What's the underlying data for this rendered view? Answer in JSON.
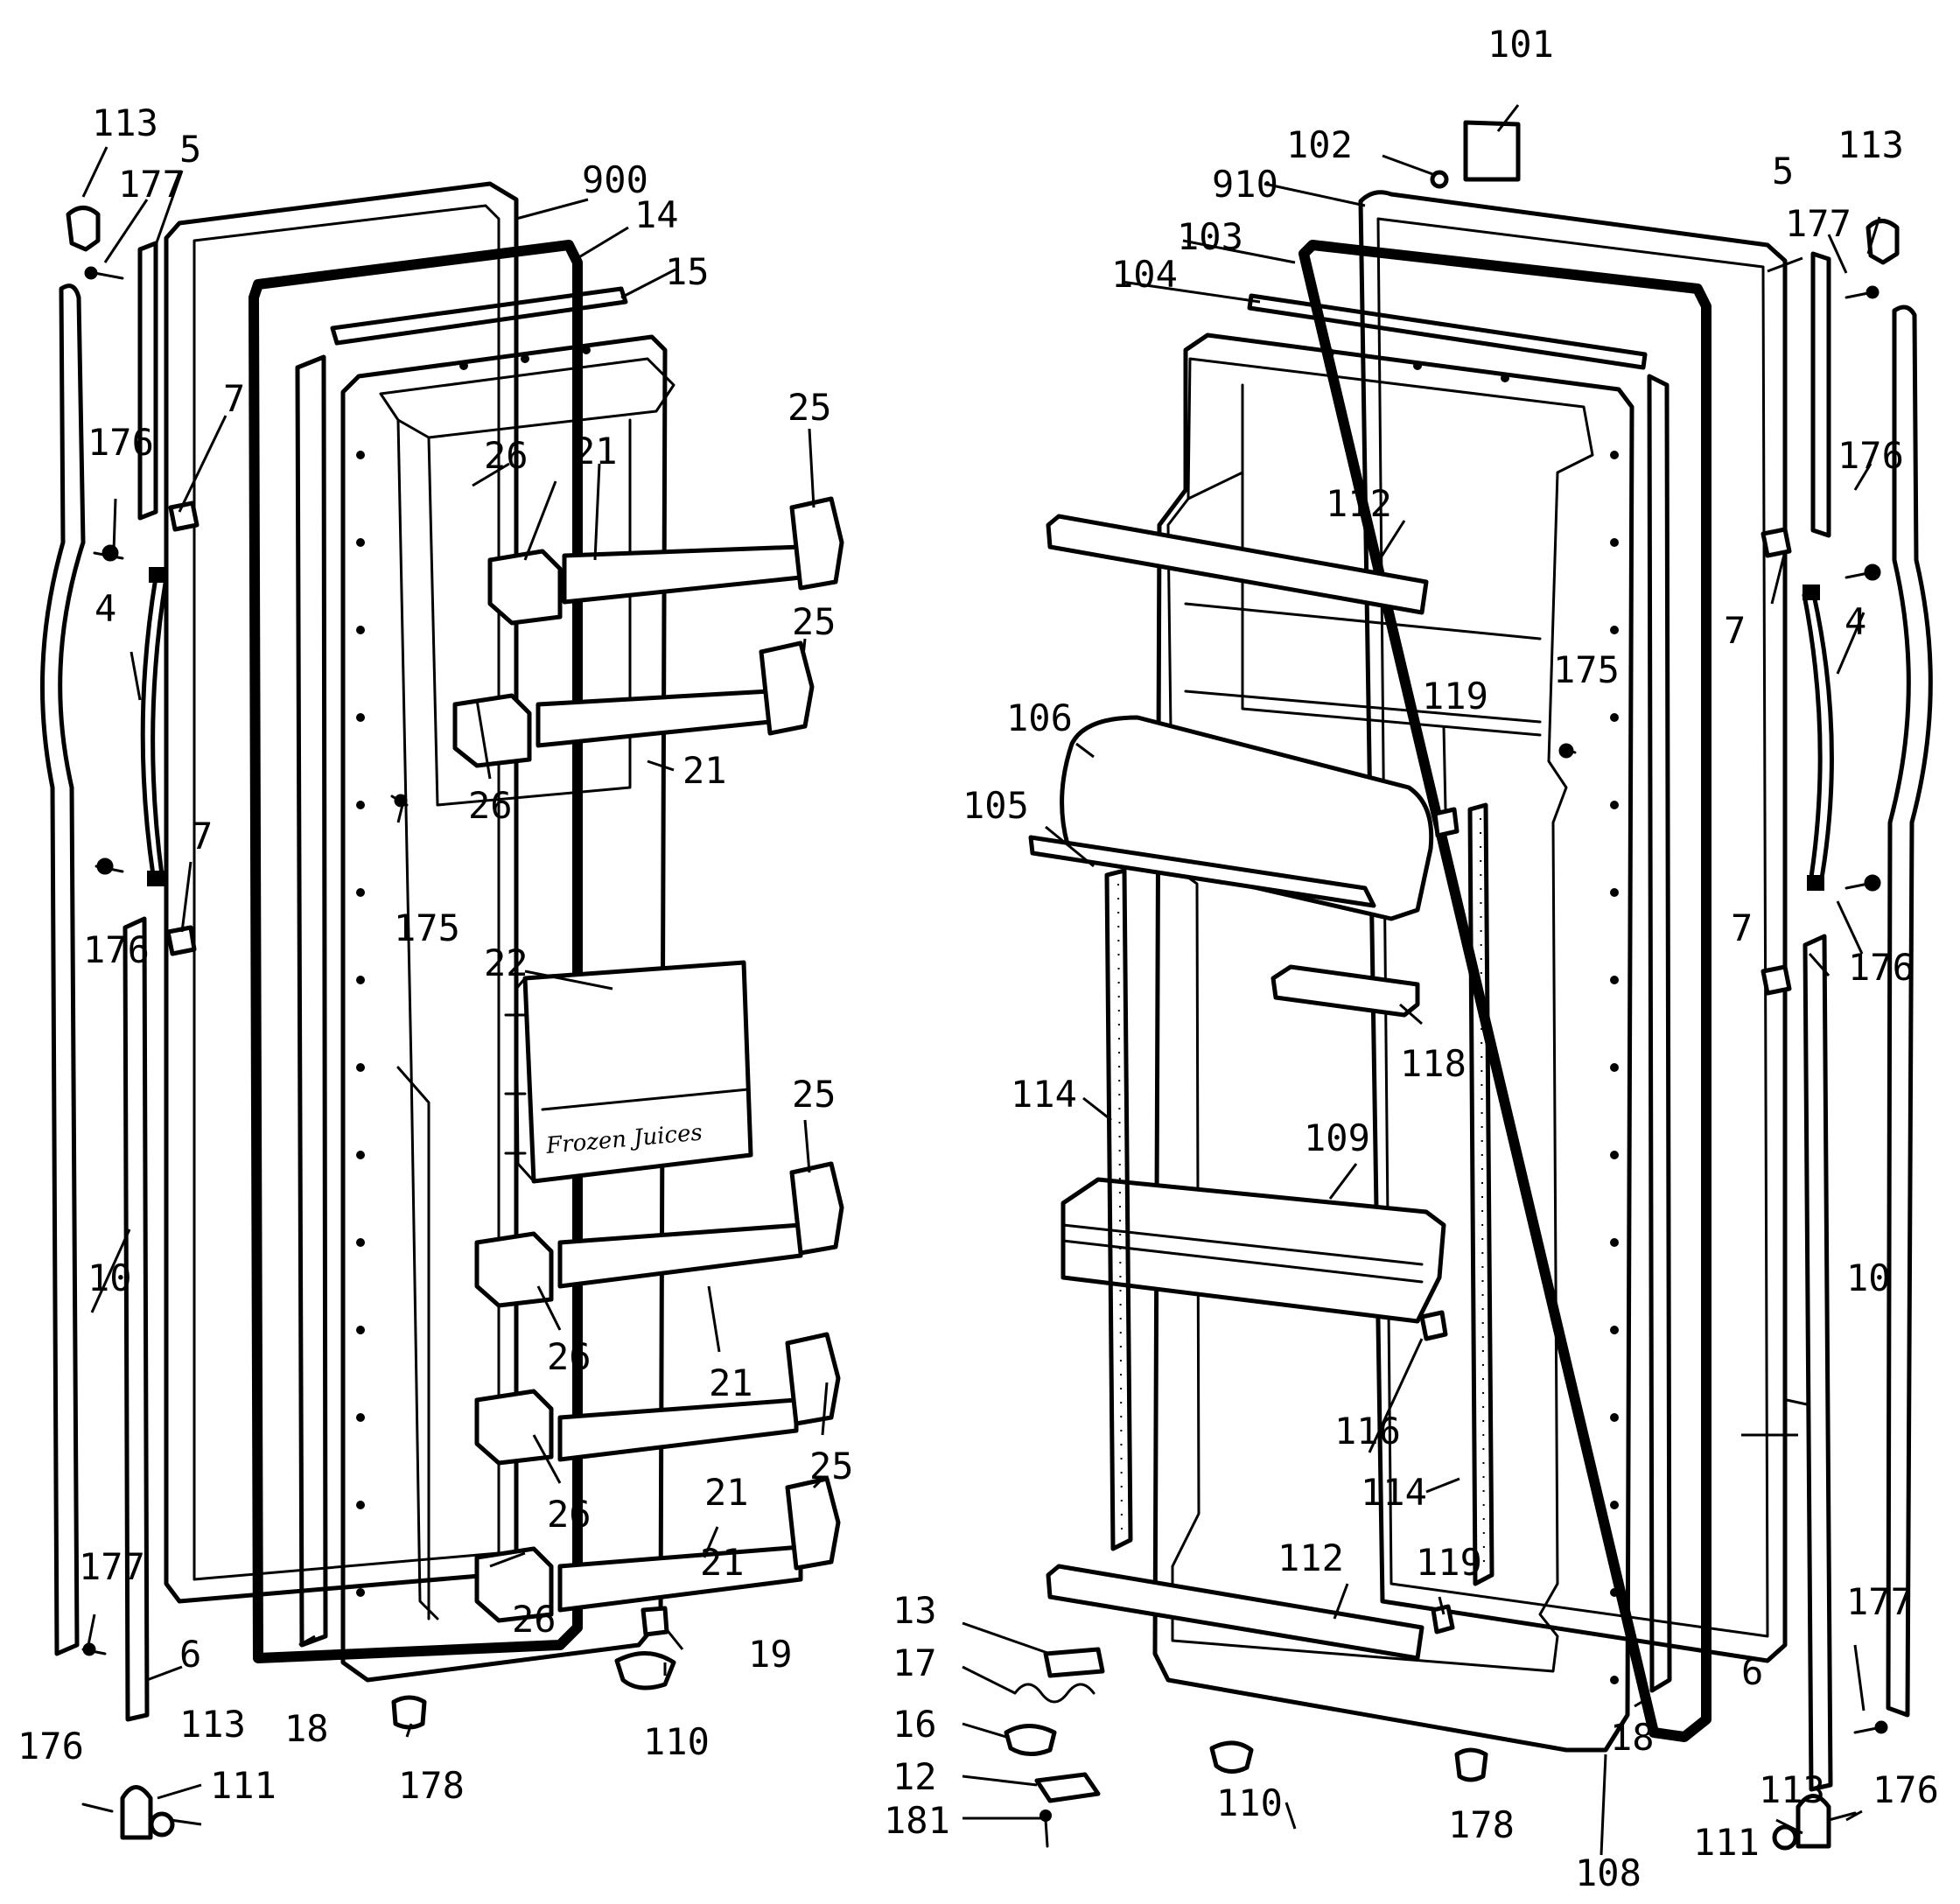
{
  "diagram": {
    "panel_text": "Frozen Juices",
    "callouts": {
      "c113": "113",
      "c5": "5",
      "c177": "177",
      "c900": "900",
      "c14": "14",
      "c15": "15",
      "c176": "176",
      "c7": "7",
      "c4": "4",
      "c25": "25",
      "c26": "26",
      "c21": "21",
      "c175": "175",
      "c22": "22",
      "c10": "10",
      "c6": "6",
      "c18": "18",
      "c178": "178",
      "c19": "19",
      "c110": "110",
      "c111": "111",
      "c101": "101",
      "c102": "102",
      "c910": "910",
      "c103": "103",
      "c104": "104",
      "c112": "112",
      "c106": "106",
      "c105": "105",
      "c119": "119",
      "c118": "118",
      "c114": "114",
      "c109": "109",
      "c116": "116",
      "c13": "13",
      "c17": "17",
      "c16": "16",
      "c12": "12",
      "c181": "181",
      "c108": "108"
    }
  }
}
